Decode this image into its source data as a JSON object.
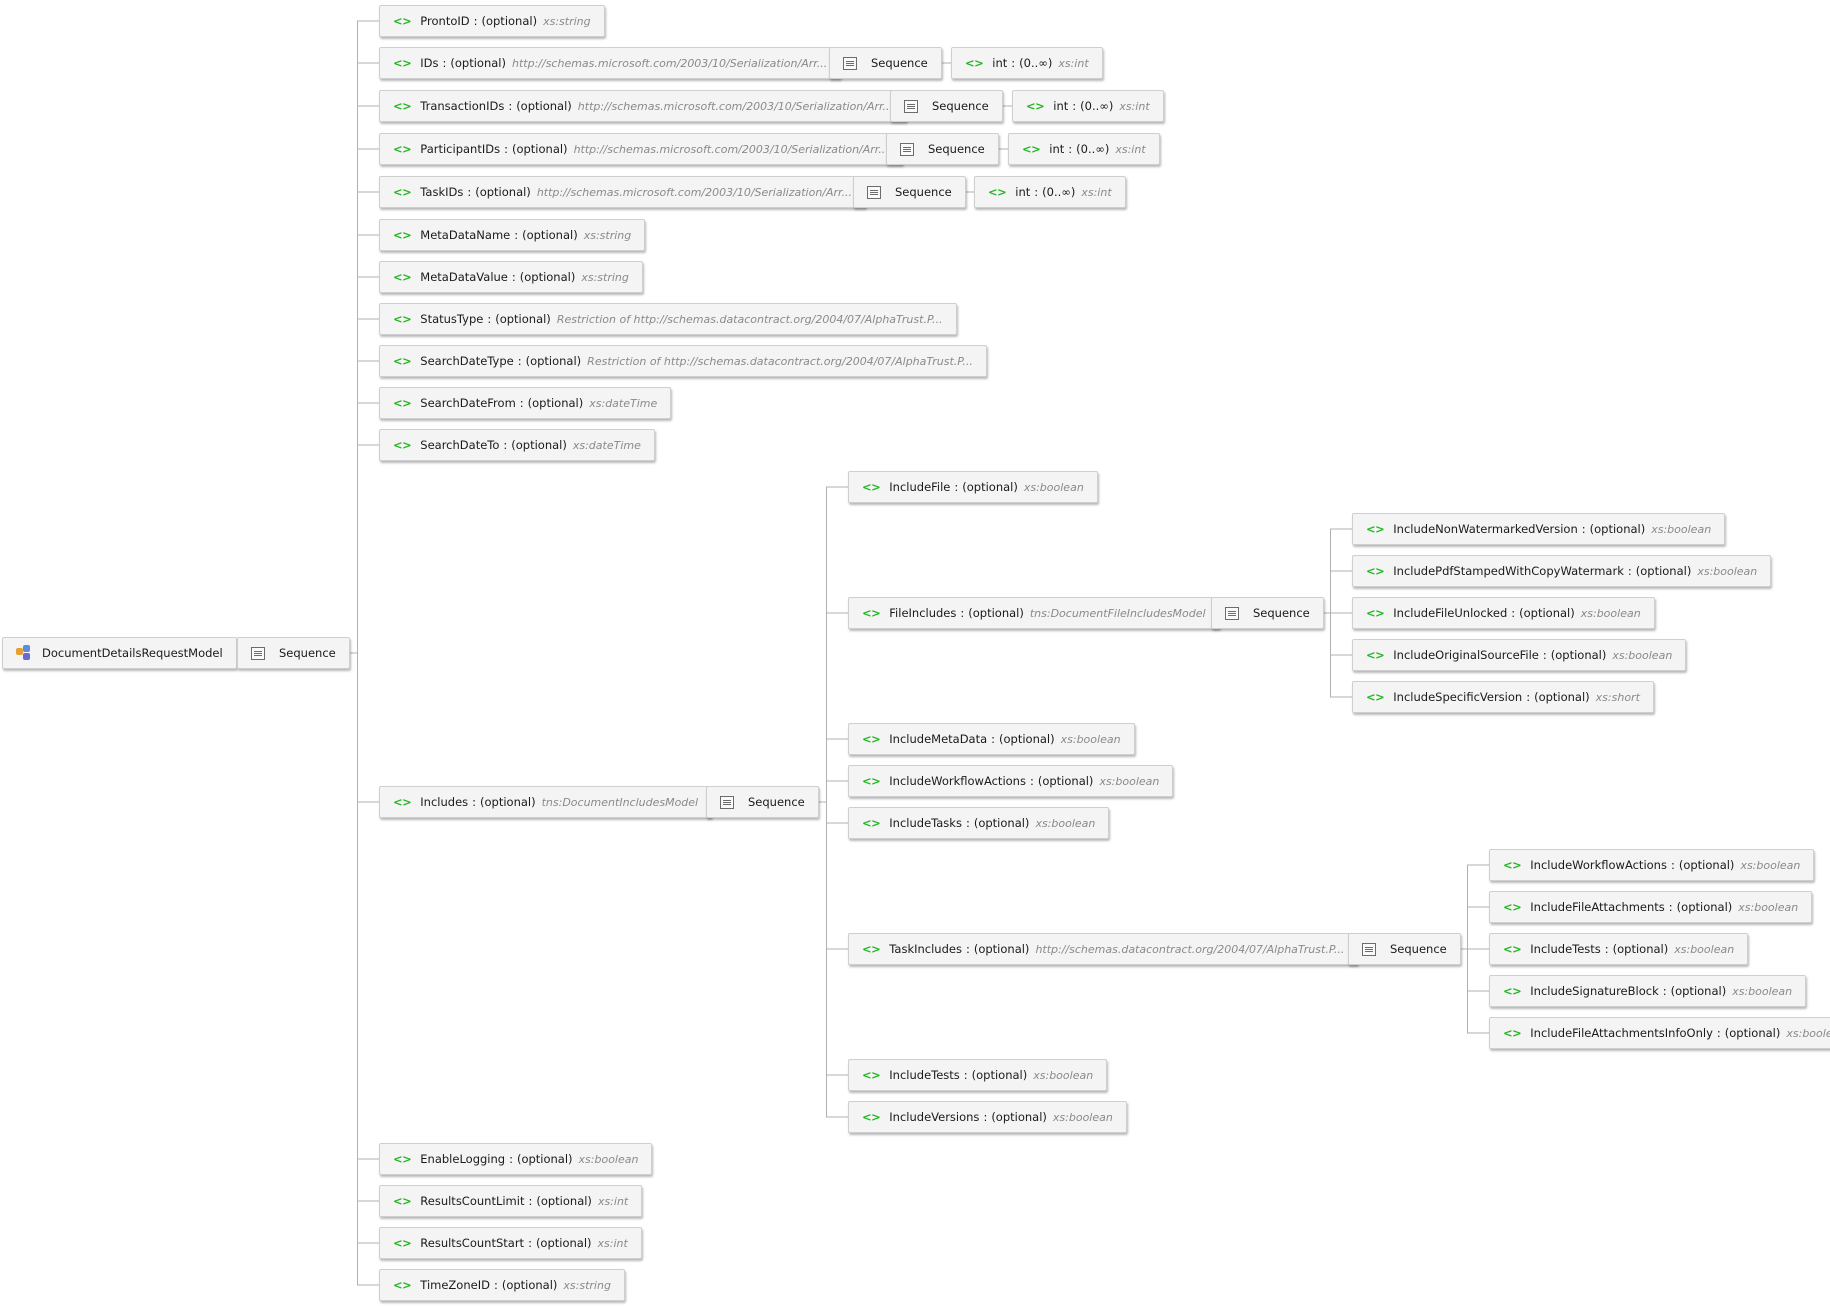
{
  "diagram": {
    "element_icon": "<>",
    "sequence_icon": "sequence-compositor-icon",
    "root_icon": "complex-type-icon",
    "colors": {
      "element_icon": "#1fb51f",
      "type_text": "#8a8a8a",
      "connector": "#b0b0b0",
      "node_bg": "#f4f4f4",
      "node_border": "#cfcfcf"
    },
    "root": {
      "name": "DocumentDetailsRequestModel"
    },
    "root_sequence": {
      "label": "Sequence"
    },
    "children": [
      {
        "name": "ProntoID",
        "occurrence": "(optional)",
        "type": "xs:string"
      },
      {
        "name": "IDs",
        "occurrence": "(optional)",
        "type": "http://schemas.microsoft.com/2003/10/Serialization/Arr...",
        "sequence": "Sequence",
        "item": {
          "name": "int",
          "occurrence": "(0..∞)",
          "type": "xs:int"
        }
      },
      {
        "name": "TransactionIDs",
        "occurrence": "(optional)",
        "type": "http://schemas.microsoft.com/2003/10/Serialization/Arr...",
        "sequence": "Sequence",
        "item": {
          "name": "int",
          "occurrence": "(0..∞)",
          "type": "xs:int"
        }
      },
      {
        "name": "ParticipantIDs",
        "occurrence": "(optional)",
        "type": "http://schemas.microsoft.com/2003/10/Serialization/Arr...",
        "sequence": "Sequence",
        "item": {
          "name": "int",
          "occurrence": "(0..∞)",
          "type": "xs:int"
        }
      },
      {
        "name": "TaskIDs",
        "occurrence": "(optional)",
        "type": "http://schemas.microsoft.com/2003/10/Serialization/Arr...",
        "sequence": "Sequence",
        "item": {
          "name": "int",
          "occurrence": "(0..∞)",
          "type": "xs:int"
        }
      },
      {
        "name": "MetaDataName",
        "occurrence": "(optional)",
        "type": "xs:string"
      },
      {
        "name": "MetaDataValue",
        "occurrence": "(optional)",
        "type": "xs:string"
      },
      {
        "name": "StatusType",
        "occurrence": "(optional)",
        "type": "Restriction of http://schemas.datacontract.org/2004/07/AlphaTrust.P..."
      },
      {
        "name": "SearchDateType",
        "occurrence": "(optional)",
        "type": "Restriction of http://schemas.datacontract.org/2004/07/AlphaTrust.P..."
      },
      {
        "name": "SearchDateFrom",
        "occurrence": "(optional)",
        "type": "xs:dateTime"
      },
      {
        "name": "SearchDateTo",
        "occurrence": "(optional)",
        "type": "xs:dateTime"
      },
      {
        "name": "Includes",
        "occurrence": "(optional)",
        "type": "tns:DocumentIncludesModel",
        "sequence": "Sequence",
        "children": [
          {
            "name": "IncludeFile",
            "occurrence": "(optional)",
            "type": "xs:boolean"
          },
          {
            "name": "FileIncludes",
            "occurrence": "(optional)",
            "type": "tns:DocumentFileIncludesModel",
            "sequence": "Sequence",
            "children": [
              {
                "name": "IncludeNonWatermarkedVersion",
                "occurrence": "(optional)",
                "type": "xs:boolean"
              },
              {
                "name": "IncludePdfStampedWithCopyWatermark",
                "occurrence": "(optional)",
                "type": "xs:boolean"
              },
              {
                "name": "IncludeFileUnlocked",
                "occurrence": "(optional)",
                "type": "xs:boolean"
              },
              {
                "name": "IncludeOriginalSourceFile",
                "occurrence": "(optional)",
                "type": "xs:boolean"
              },
              {
                "name": "IncludeSpecificVersion",
                "occurrence": "(optional)",
                "type": "xs:short"
              }
            ]
          },
          {
            "name": "IncludeMetaData",
            "occurrence": "(optional)",
            "type": "xs:boolean"
          },
          {
            "name": "IncludeWorkflowActions",
            "occurrence": "(optional)",
            "type": "xs:boolean"
          },
          {
            "name": "IncludeTasks",
            "occurrence": "(optional)",
            "type": "xs:boolean"
          },
          {
            "name": "TaskIncludes",
            "occurrence": "(optional)",
            "type": "http://schemas.datacontract.org/2004/07/AlphaTrust.P...",
            "sequence": "Sequence",
            "children": [
              {
                "name": "IncludeWorkflowActions",
                "occurrence": "(optional)",
                "type": "xs:boolean"
              },
              {
                "name": "IncludeFileAttachments",
                "occurrence": "(optional)",
                "type": "xs:boolean"
              },
              {
                "name": "IncludeTests",
                "occurrence": "(optional)",
                "type": "xs:boolean"
              },
              {
                "name": "IncludeSignatureBlock",
                "occurrence": "(optional)",
                "type": "xs:boolean"
              },
              {
                "name": "IncludeFileAttachmentsInfoOnly",
                "occurrence": "(optional)",
                "type": "xs:boolean"
              }
            ]
          },
          {
            "name": "IncludeTests",
            "occurrence": "(optional)",
            "type": "xs:boolean"
          },
          {
            "name": "IncludeVersions",
            "occurrence": "(optional)",
            "type": "xs:boolean"
          }
        ]
      },
      {
        "name": "EnableLogging",
        "occurrence": "(optional)",
        "type": "xs:boolean"
      },
      {
        "name": "ResultsCountLimit",
        "occurrence": "(optional)",
        "type": "xs:int"
      },
      {
        "name": "ResultsCountStart",
        "occurrence": "(optional)",
        "type": "xs:int"
      },
      {
        "name": "TimeZoneID",
        "occurrence": "(optional)",
        "type": "xs:string"
      }
    ]
  }
}
